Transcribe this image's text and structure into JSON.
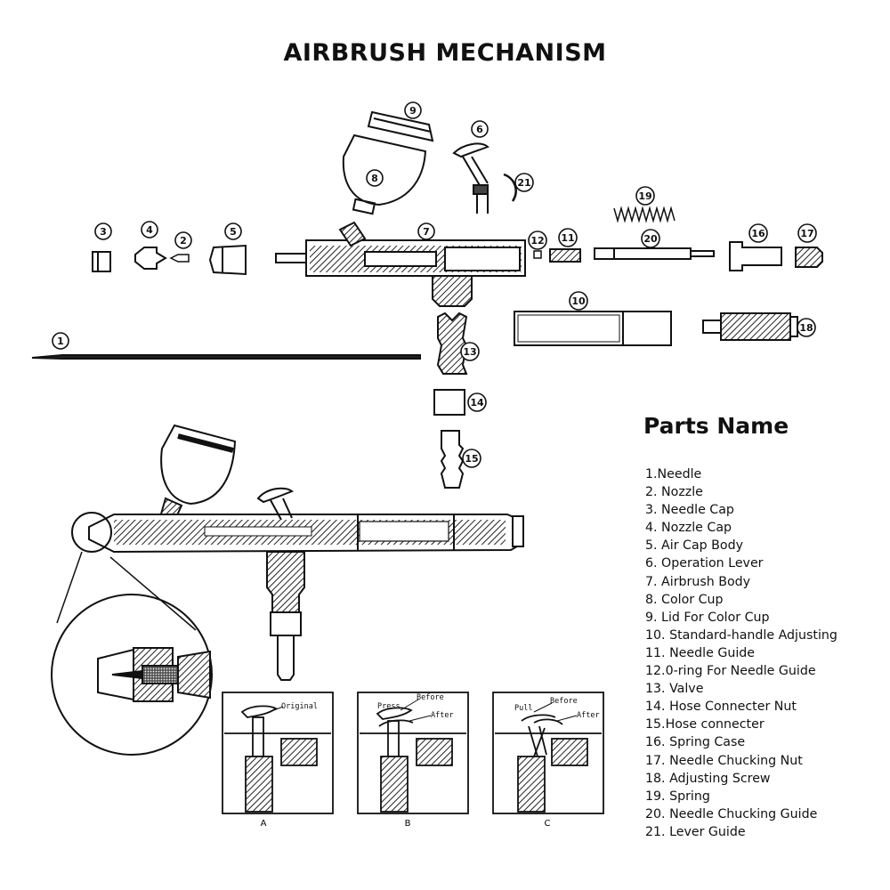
{
  "title": "AIRBRUSH MECHANISM",
  "parts_heading": "Parts Name",
  "parts": [
    "1.Needle",
    "2. Nozzle",
    "3. Needle Cap",
    "4. Nozzle Cap",
    "5. Air Cap Body",
    "6. Operation Lever",
    "7. Airbrush Body",
    "8. Color Cup",
    "9. Lid For Color Cup",
    "10. Standard-handle Adjusting",
    "11. Needle Guide",
    "12.0-ring For Needle Guide",
    "13. Valve",
    "14. Hose Connecter Nut",
    "15.Hose connecter",
    "16. Spring Case",
    "17. Needle Chucking Nut",
    "18. Adjusting Screw",
    "19. Spring",
    "20. Needle Chucking Guide",
    "21. Lever Guide"
  ],
  "callouts": [
    "1",
    "2",
    "3",
    "4",
    "5",
    "6",
    "7",
    "8",
    "9",
    "10",
    "11",
    "12",
    "13",
    "14",
    "15",
    "16",
    "17",
    "18",
    "19",
    "20",
    "21"
  ],
  "panels": {
    "a": {
      "caption": "A",
      "labels": [
        "Original"
      ]
    },
    "b": {
      "caption": "B",
      "labels": [
        "Press",
        "Before",
        "After"
      ]
    },
    "c": {
      "caption": "C",
      "labels": [
        "Pull",
        "Before",
        "After"
      ]
    }
  }
}
